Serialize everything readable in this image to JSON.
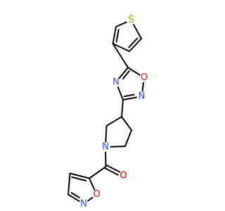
{
  "molecule": {
    "atoms": [
      {
        "id": "S1",
        "element": "S",
        "label": "S",
        "color": "#B2A000"
      },
      {
        "id": "C2",
        "element": "C",
        "label": ""
      },
      {
        "id": "C3",
        "element": "C",
        "label": ""
      },
      {
        "id": "C4",
        "element": "C",
        "label": ""
      },
      {
        "id": "C5",
        "element": "C",
        "label": ""
      },
      {
        "id": "C6",
        "element": "C",
        "label": ""
      },
      {
        "id": "O7",
        "element": "O",
        "label": "O",
        "color": "#FF0D0D"
      },
      {
        "id": "N8",
        "element": "N",
        "label": "N",
        "color": "#3050F8"
      },
      {
        "id": "C9",
        "element": "C",
        "label": ""
      },
      {
        "id": "N10",
        "element": "N",
        "label": "N",
        "color": "#3050F8"
      },
      {
        "id": "C11",
        "element": "C",
        "label": ""
      },
      {
        "id": "C12",
        "element": "C",
        "label": ""
      },
      {
        "id": "C13",
        "element": "C",
        "label": ""
      },
      {
        "id": "N14",
        "element": "N",
        "label": "N",
        "color": "#3050F8"
      },
      {
        "id": "C15",
        "element": "C",
        "label": ""
      },
      {
        "id": "C16",
        "element": "C",
        "label": ""
      },
      {
        "id": "O17",
        "element": "O",
        "label": "O",
        "color": "#FF0D0D"
      },
      {
        "id": "C18",
        "element": "C",
        "label": ""
      },
      {
        "id": "C19",
        "element": "C",
        "label": ""
      },
      {
        "id": "C20",
        "element": "C",
        "label": ""
      },
      {
        "id": "N21",
        "element": "N",
        "label": "N",
        "color": "#3050F8"
      },
      {
        "id": "O22",
        "element": "O",
        "label": "O",
        "color": "#FF0D0D"
      }
    ],
    "bonds": [
      {
        "a": "S1",
        "b": "C2",
        "order": 1
      },
      {
        "a": "C2",
        "b": "C3",
        "order": 2
      },
      {
        "a": "C3",
        "b": "C4",
        "order": 1
      },
      {
        "a": "C4",
        "b": "C5",
        "order": 2
      },
      {
        "a": "C5",
        "b": "S1",
        "order": 1
      },
      {
        "a": "C3",
        "b": "C6",
        "order": 1
      },
      {
        "a": "C6",
        "b": "O7",
        "order": 1
      },
      {
        "a": "O7",
        "b": "N8",
        "order": 1
      },
      {
        "a": "N8",
        "b": "C9",
        "order": 2
      },
      {
        "a": "C9",
        "b": "N10",
        "order": 1
      },
      {
        "a": "N10",
        "b": "C6",
        "order": 2
      },
      {
        "a": "C9",
        "b": "C11",
        "order": 1
      },
      {
        "a": "C11",
        "b": "C12",
        "order": 1
      },
      {
        "a": "C12",
        "b": "N14",
        "order": 1
      },
      {
        "a": "N14",
        "b": "C13",
        "order": 1
      },
      {
        "a": "C13",
        "b": "C20",
        "order": 1
      },
      {
        "a": "C20",
        "b": "C11",
        "order": 1
      },
      {
        "a": "N14",
        "b": "C15",
        "order": 1
      },
      {
        "a": "C15",
        "b": "C16",
        "order": 2
      },
      {
        "a": "C15",
        "b": "C18",
        "order": 1
      },
      {
        "a": "C18",
        "b": "C19",
        "order": 2
      },
      {
        "a": "C19",
        "b": "C21",
        "order": 1
      },
      {
        "a": "C21",
        "b": "N21",
        "order": 2
      },
      {
        "a": "N21",
        "b": "O22",
        "order": 1
      },
      {
        "a": "O22",
        "b": "C18",
        "order": 1
      }
    ]
  },
  "colors": {
    "bond": "#000000",
    "sulfur": "#B2A000",
    "oxygen": "#FF0D0D",
    "nitrogen": "#3050F8",
    "background": "#FFFFFF"
  }
}
